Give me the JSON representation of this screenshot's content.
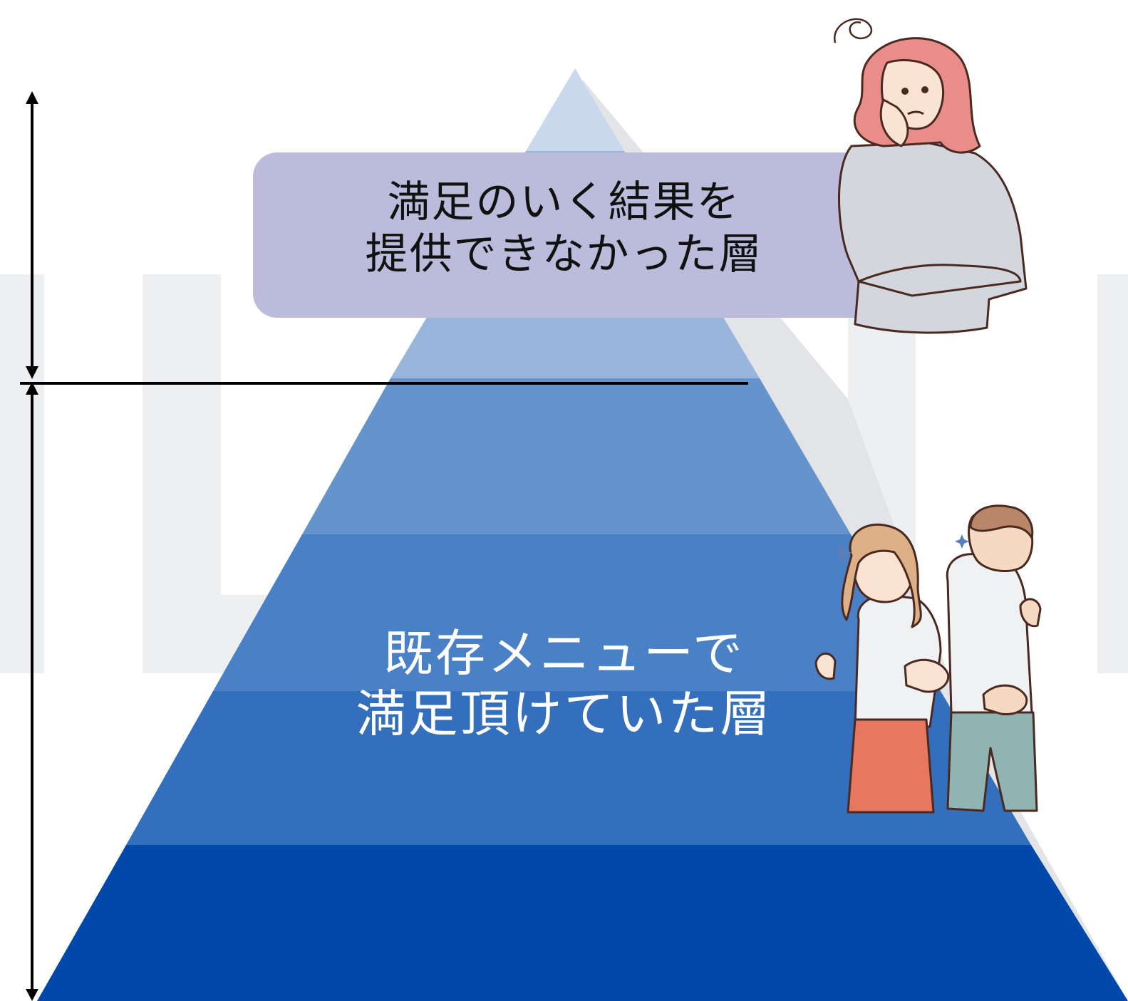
{
  "top_layer": {
    "line1": "満足のいく結果を",
    "line2": "提供できなかった層"
  },
  "bottom_layer": {
    "line1": "既存メニューで",
    "line2": "満足頂けていた層"
  },
  "colors": {
    "background_letters": "#eeeff1",
    "tier_1": "#c9d8ec",
    "tier_2": "#98b6dc",
    "tier_3": "#6594cd",
    "tier_4": "#4a80c6",
    "tier_5": "#346fbd",
    "tier_6": "#0049ab",
    "callout_box": "#bbbbdc",
    "divider": "#000000"
  },
  "icons": {
    "dimension_arrow_top": "double-headed-arrow",
    "dimension_arrow_bottom": "double-headed-arrow",
    "worried_woman": "worried-woman-illustration",
    "happy_people": "happy-couple-thumbs-up-illustration"
  }
}
